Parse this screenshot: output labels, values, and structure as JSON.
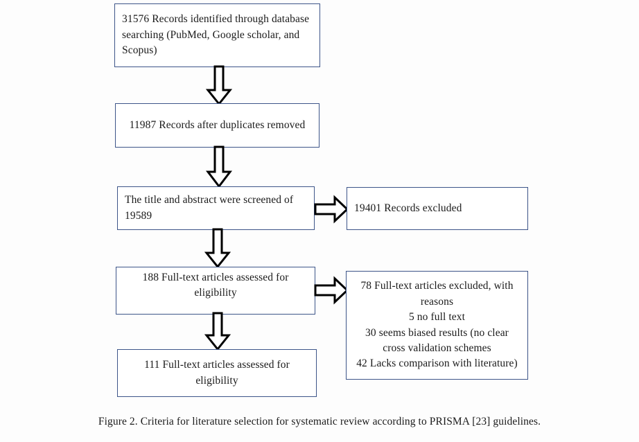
{
  "figure": {
    "caption": "Figure 2. Criteria for literature selection for systematic review according to PRISMA [23] guidelines."
  },
  "theme": {
    "box_border_color": "#3c5488",
    "box_fill_color": "#ffffff",
    "arrow_stroke_color": "#000000",
    "arrow_fill_color": "#ffffff",
    "text_color": "#1a1a1a",
    "page_background": "#fdfdfd"
  },
  "chart_data": {
    "type": "diagram",
    "title": "PRISMA flow diagram for literature selection",
    "nodes": [
      {
        "id": "identified",
        "label": "31576 Records identified through database searching (PubMed, Google scholar, and Scopus)",
        "count": 31576,
        "align": "left"
      },
      {
        "id": "duplicates_removed",
        "label": "11987 Records after duplicates removed",
        "count": 11987,
        "align": "center"
      },
      {
        "id": "screened",
        "label": "The title and abstract were screened of 19589",
        "count": 19589,
        "align": "left"
      },
      {
        "id": "records_excluded",
        "label": "19401 Records excluded",
        "count": 19401,
        "align": "left"
      },
      {
        "id": "fulltext_assessed_188",
        "label": "188 Full-text articles assessed for eligibility",
        "count": 188,
        "align": "center"
      },
      {
        "id": "fulltext_excluded",
        "label": "78 Full-text articles excluded, with reasons\n5 no full text\n30 seems biased results (no clear cross validation schemes\n42 Lacks comparison with literature)",
        "count": 78,
        "align": "center"
      },
      {
        "id": "fulltext_assessed_111",
        "label": "111 Full-text  articles assessed for eligibility",
        "count": 111,
        "align": "center"
      }
    ],
    "edges": [
      {
        "from": "identified",
        "to": "duplicates_removed",
        "direction": "down"
      },
      {
        "from": "duplicates_removed",
        "to": "screened",
        "direction": "down"
      },
      {
        "from": "screened",
        "to": "records_excluded",
        "direction": "right"
      },
      {
        "from": "screened",
        "to": "fulltext_assessed_188",
        "direction": "down"
      },
      {
        "from": "fulltext_assessed_188",
        "to": "fulltext_excluded",
        "direction": "right"
      },
      {
        "from": "fulltext_assessed_188",
        "to": "fulltext_assessed_111",
        "direction": "down"
      }
    ]
  },
  "boxes": {
    "identified": {
      "text": "31576 Records identified through database searching (PubMed, Google scholar, and Scopus)"
    },
    "duplicates_removed": {
      "text": "11987 Records after duplicates removed"
    },
    "screened": {
      "text": "The title and abstract were screened of 19589"
    },
    "records_excluded": {
      "text": "19401 Records excluded"
    },
    "fulltext_assessed_188": {
      "text": "188 Full-text articles assessed for eligibility"
    },
    "fulltext_excluded": {
      "text": "78 Full-text articles excluded, with reasons\n5 no full text\n30 seems biased results (no clear cross validation schemes\n42 Lacks comparison with literature)"
    },
    "fulltext_assessed_111": {
      "text": "111 Full-text  articles assessed for eligibility"
    }
  }
}
